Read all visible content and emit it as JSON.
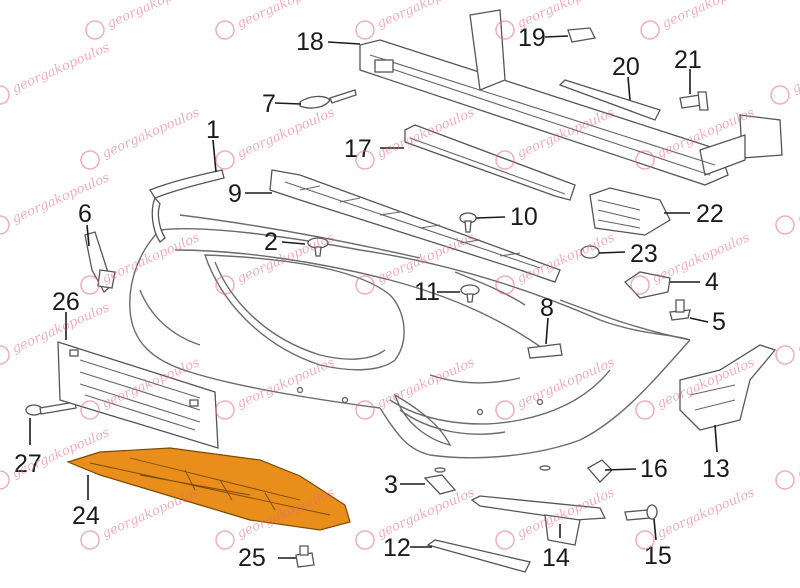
{
  "diagram": {
    "callouts": [
      "1",
      "2",
      "3",
      "4",
      "5",
      "6",
      "7",
      "8",
      "9",
      "10",
      "11",
      "12",
      "13",
      "14",
      "15",
      "16",
      "17",
      "18",
      "19",
      "20",
      "21",
      "22",
      "23",
      "24",
      "25",
      "26",
      "27"
    ],
    "highlighted_part": "24",
    "highlight_color": "#e98e1a"
  },
  "watermark": {
    "text": "georgakopoulos",
    "color": "#e06d7e"
  }
}
